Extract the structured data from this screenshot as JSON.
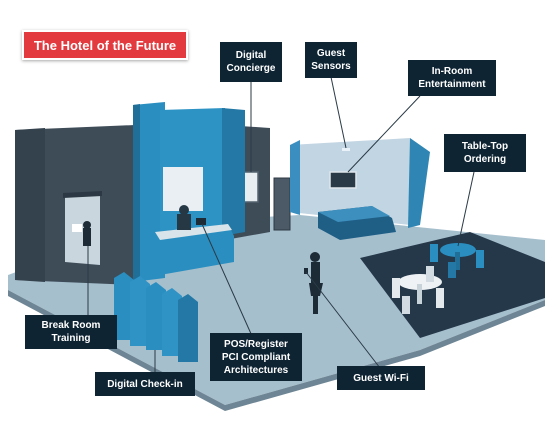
{
  "title": "The Hotel of the Future",
  "labels": {
    "digital_concierge": "Digital\nConcierge",
    "guest_sensors": "Guest\nSensors",
    "in_room_entertainment": "In-Room\nEntertainment",
    "table_top_ordering": "Table-Top\nOrdering",
    "break_room_training": "Break Room\nTraining",
    "pos_register": "POS/Register\nPCI Compliant\nArchitectures",
    "digital_check_in": "Digital Check-in",
    "guest_wifi": "Guest Wi-Fi"
  },
  "colors": {
    "title_bg": "#e23a3e",
    "label_bg": "#0e2433",
    "wall_dark": "#3a4a56",
    "accent_blue": "#2a8fc0",
    "floor": "#a6bfcd"
  }
}
